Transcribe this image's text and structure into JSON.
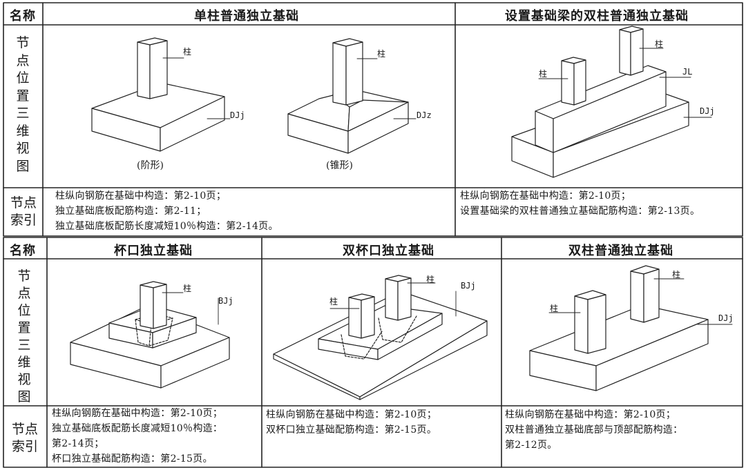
{
  "top": {
    "col_name_header": "名称",
    "title_single": "单柱普通独立基础",
    "title_double_beam": "设置基础梁的双柱普通独立基础",
    "row_3d_label": "节点位置三维视图",
    "row_index_label": "节点索引",
    "diagram_step": {
      "caption": "(阶形)",
      "col_label": "柱",
      "base_label": "DJj"
    },
    "diagram_slope": {
      "caption": "(锥形)",
      "col_label": "柱",
      "base_label": "DJz"
    },
    "diagram_beam": {
      "col_left_label": "柱",
      "col_right_label": "柱",
      "beam_label": "JL",
      "base_label": "DJj"
    },
    "refs_single": [
      "柱纵向钢筋在基础中构造：第2-10页；",
      "独立基础底板配筋构造：第2-11；",
      "独立基础底板配筋长度减短10％构造：第2-14页。"
    ],
    "refs_double_beam": [
      "柱纵向钢筋在基础中构造：第2-10页；",
      "设置基础梁的双柱普通独立基础配筋构造：第2-13页。"
    ]
  },
  "bottom": {
    "col_name_header": "名称",
    "title_cup": "杯口独立基础",
    "title_double_cup": "双杯口独立基础",
    "title_double": "双柱普通独立基础",
    "row_3d_label": "节点位置三维视图",
    "row_index_label": "节点索引",
    "diagram_cup": {
      "col_label": "柱",
      "base_label": "BJj"
    },
    "diagram_double_cup": {
      "col_left_label": "柱",
      "col_right_label": "柱",
      "base_label": "BJj"
    },
    "diagram_double": {
      "col_left_label": "柱",
      "col_right_label": "柱",
      "base_label": "DJj"
    },
    "refs_cup": [
      "柱纵向钢筋在基础中构造：第2-10页；",
      "独立基础底板配筋长度减短10％构造：",
      "第2-14页；",
      "杯口独立基础配筋构造：第2-15页。"
    ],
    "refs_double_cup": [
      "柱纵向钢筋在基础中构造：第2-10页；",
      "双杯口独立基础配筋构造：第2-15页。"
    ],
    "refs_double": [
      "柱纵向钢筋在基础中构造：第2-10页；",
      "双柱普通独立基础底部与顶部配筋构造：",
      "第2-12页。"
    ]
  }
}
